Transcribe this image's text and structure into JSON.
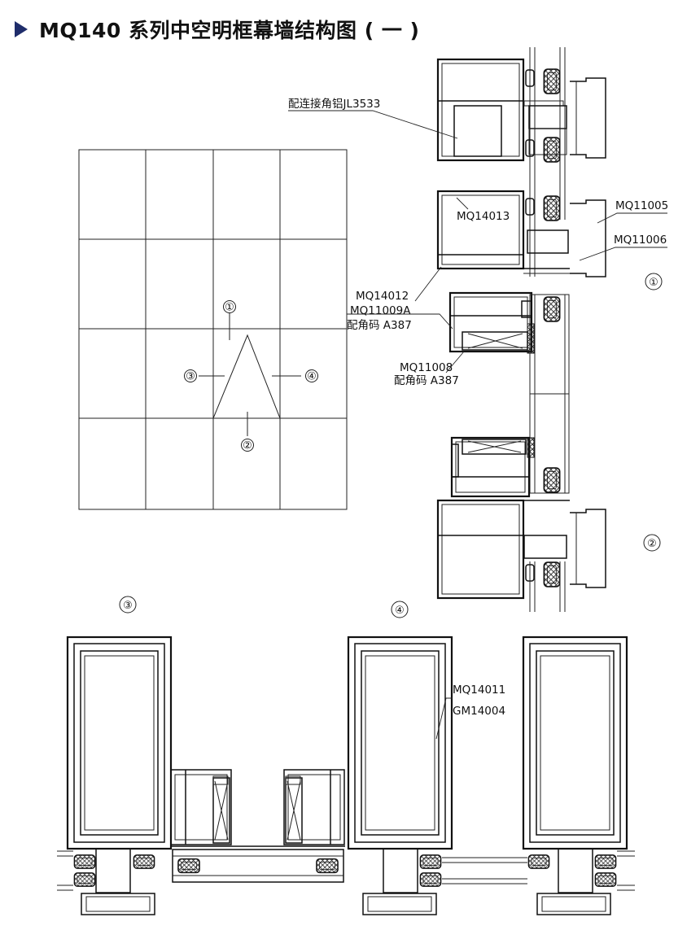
{
  "header": {
    "title": "MQ140 系列中空明框幕墙结构图 ( 一 )"
  },
  "elevation": {
    "markers": [
      "①",
      "②",
      "③",
      "④"
    ]
  },
  "section_vertical": {
    "labels": {
      "jl3533": "配连接角铝JL3533",
      "mq14013": "MQ14013",
      "mq11005": "MQ11005",
      "mq11006": "MQ11006",
      "mq14012": "MQ14012",
      "mq11009a": "MQ11009A",
      "corner_a387_1": "配角码 A387",
      "mq11008": "MQ11008",
      "corner_a387_2": "配角码 A387"
    },
    "markers": [
      "①",
      "②"
    ]
  },
  "section_horizontal": {
    "labels": {
      "mq14011": "MQ14011",
      "gm14004": "GM14004"
    },
    "markers": [
      "③",
      "④"
    ]
  }
}
